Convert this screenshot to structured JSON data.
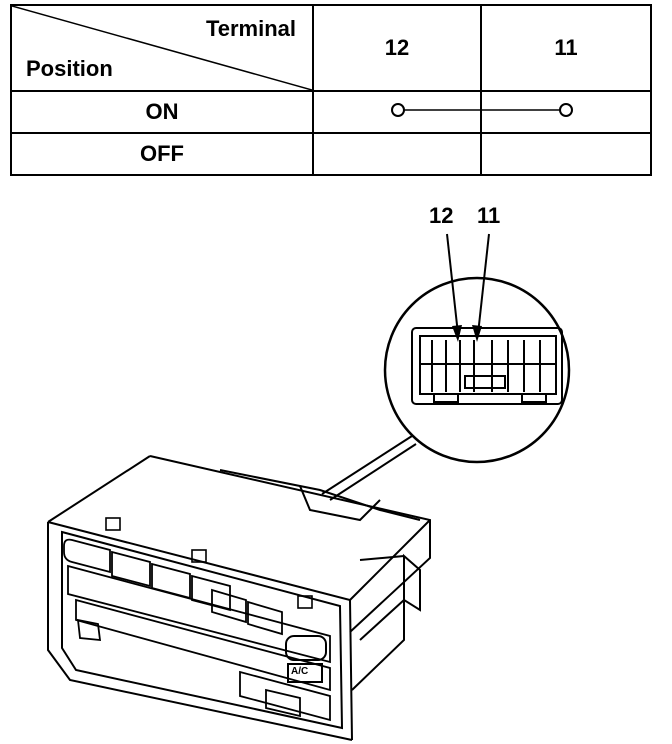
{
  "table": {
    "header_terminal": "Terminal",
    "header_position": "Position",
    "terminals": [
      "12",
      "11"
    ],
    "rows": [
      {
        "position": "ON",
        "connected": true
      },
      {
        "position": "OFF",
        "connected": false
      }
    ]
  },
  "connector_callouts": {
    "left": "12",
    "right": "11"
  },
  "panel": {
    "button_label": "A/C"
  }
}
